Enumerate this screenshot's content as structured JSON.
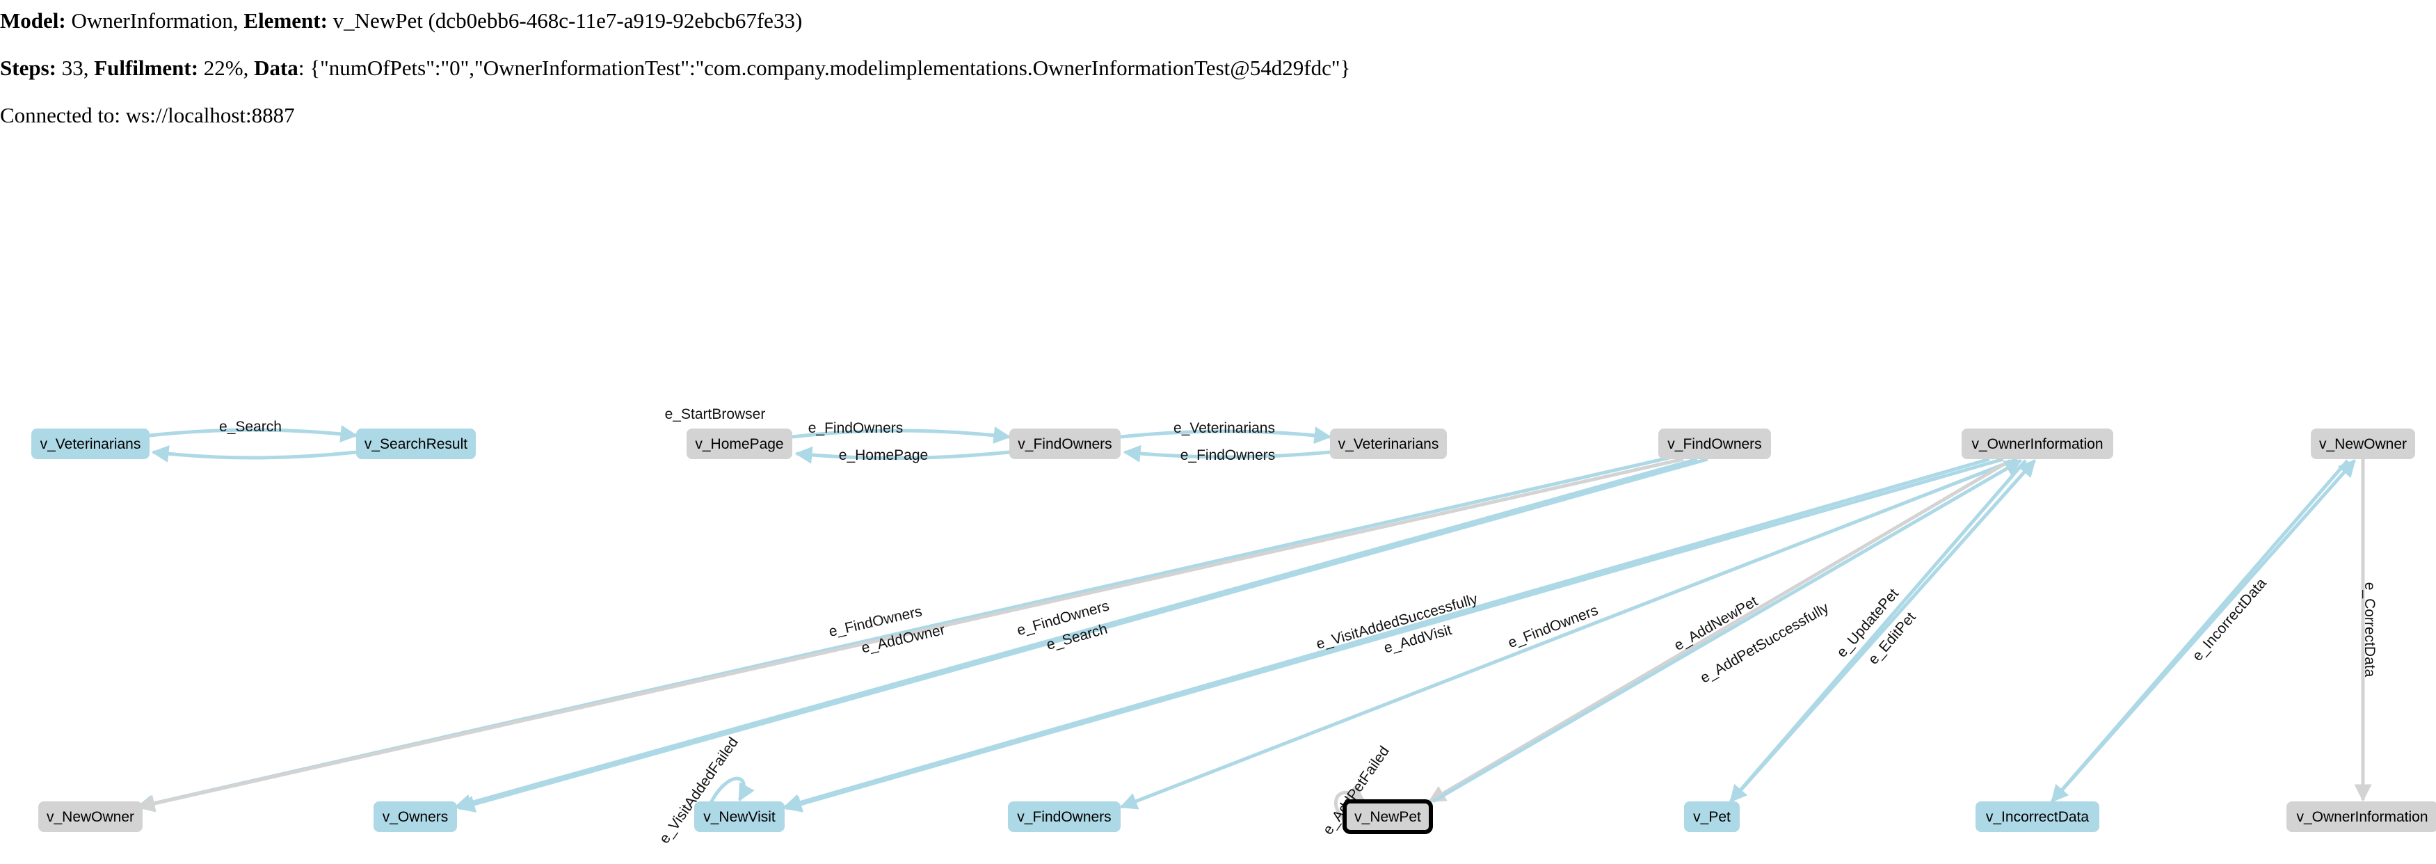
{
  "header": {
    "model_label": "Model:",
    "model": "OwnerInformation",
    "element_label": "Element:",
    "element": "v_NewPet",
    "element_id": "(dcb0ebb6-468c-11e7-a919-92ebcb67fe33)",
    "steps_label": "Steps:",
    "steps": "33",
    "fulfilment_label": "Fulfilment:",
    "fulfilment": "22%",
    "data_label": "Data",
    "data": "{\"numOfPets\":\"0\",\"OwnerInformationTest\":\"com.company.modelimplementations.OwnerInformationTest@54d29fdc\"}",
    "connected_label": "Connected to:",
    "connected": "ws://localhost:8887"
  },
  "colors": {
    "visited": "#add8e6",
    "unvisited": "#d3d3d3",
    "current_border": "#000000"
  },
  "nodes": [
    {
      "id": "n1",
      "label": "v_Veterinarians",
      "state": "visited"
    },
    {
      "id": "n2",
      "label": "v_SearchResult",
      "state": "visited"
    },
    {
      "id": "n3",
      "label": "v_HomePage",
      "state": "unvisited"
    },
    {
      "id": "n4",
      "label": "v_FindOwners",
      "state": "unvisited"
    },
    {
      "id": "n5",
      "label": "v_Veterinarians",
      "state": "unvisited"
    },
    {
      "id": "n6",
      "label": "v_FindOwners",
      "state": "unvisited"
    },
    {
      "id": "n7",
      "label": "v_OwnerInformation",
      "state": "unvisited"
    },
    {
      "id": "n8",
      "label": "v_NewOwner",
      "state": "unvisited"
    },
    {
      "id": "n9",
      "label": "v_NewOwner",
      "state": "unvisited"
    },
    {
      "id": "n10",
      "label": "v_Owners",
      "state": "visited"
    },
    {
      "id": "n11",
      "label": "v_NewVisit",
      "state": "visited"
    },
    {
      "id": "n12",
      "label": "v_FindOwners",
      "state": "visited"
    },
    {
      "id": "n13",
      "label": "v_NewPet",
      "state": "current"
    },
    {
      "id": "n14",
      "label": "v_Pet",
      "state": "visited"
    },
    {
      "id": "n15",
      "label": "v_IncorrectData",
      "state": "visited"
    },
    {
      "id": "n16",
      "label": "v_OwnerInformation",
      "state": "unvisited"
    }
  ],
  "edges": [
    {
      "from": "n1",
      "to": "n2",
      "label": "e_Search",
      "state": "visited"
    },
    {
      "from": "n2",
      "to": "n1",
      "label": "",
      "state": "visited"
    },
    {
      "from": "n3",
      "to": "n4",
      "label": "e_FindOwners",
      "state": "visited"
    },
    {
      "from": "n4",
      "to": "n3",
      "label": "e_HomePage",
      "state": "visited"
    },
    {
      "from": "n4",
      "to": "n5",
      "label": "e_Veterinarians",
      "state": "visited"
    },
    {
      "from": "n5",
      "to": "n4",
      "label": "e_FindOwners",
      "state": "visited"
    },
    {
      "from": "n6",
      "to": "n9",
      "label": "e_FindOwners",
      "state": "visited"
    },
    {
      "from": "n6",
      "to": "n9",
      "label": "e_AddOwner",
      "state": "unvisited"
    },
    {
      "from": "n6",
      "to": "n10",
      "label": "e_FindOwners",
      "state": "visited"
    },
    {
      "from": "n6",
      "to": "n10",
      "label": "e_Search",
      "state": "visited"
    },
    {
      "from": "n7",
      "to": "n11",
      "label": "e_VisitAddedSuccessfully",
      "state": "visited"
    },
    {
      "from": "n7",
      "to": "n11",
      "label": "e_AddVisit",
      "state": "visited"
    },
    {
      "from": "n7",
      "to": "n12",
      "label": "e_FindOwners",
      "state": "visited"
    },
    {
      "from": "n7",
      "to": "n13",
      "label": "e_AddNewPet",
      "state": "unvisited"
    },
    {
      "from": "n13",
      "to": "n7",
      "label": "e_AddPetSuccessfully",
      "state": "visited"
    },
    {
      "from": "n7",
      "to": "n14",
      "label": "e_UpdatePet",
      "state": "visited"
    },
    {
      "from": "n14",
      "to": "n7",
      "label": "e_EditPet",
      "state": "visited"
    },
    {
      "from": "n8",
      "to": "n15",
      "label": "e_IncorrectData",
      "state": "visited"
    },
    {
      "from": "n15",
      "to": "n8",
      "label": "",
      "state": "visited"
    },
    {
      "from": "n8",
      "to": "n16",
      "label": "e_CorrectData",
      "state": "unvisited"
    },
    {
      "from": "n11",
      "to": "n11",
      "label": "e_VisitAddedFailed",
      "state": "visited"
    },
    {
      "from": "n13",
      "to": "n13",
      "label": "e_AddPetFailed",
      "state": "unvisited"
    },
    {
      "from": "start",
      "to": "n3",
      "label": "e_StartBrowser",
      "state": "unvisited"
    }
  ]
}
